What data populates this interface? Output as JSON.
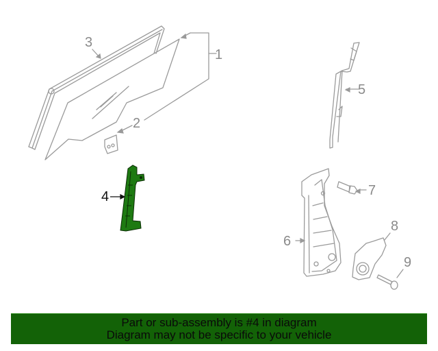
{
  "diagram": {
    "callouts": [
      {
        "number": "1",
        "label": "1"
      },
      {
        "number": "2",
        "label": "2"
      },
      {
        "number": "3",
        "label": "3"
      },
      {
        "number": "4",
        "label": "4",
        "highlighted": true
      },
      {
        "number": "5",
        "label": "5"
      },
      {
        "number": "6",
        "label": "6"
      },
      {
        "number": "7",
        "label": "7"
      },
      {
        "number": "8",
        "label": "8"
      },
      {
        "number": "9",
        "label": "9"
      }
    ],
    "line_color": "#9a9a9a",
    "highlight_color": "#1e7a12"
  },
  "banner": {
    "line1": "Part or sub-assembly is #4 in diagram",
    "line2": "Diagram may not be specific to your vehicle",
    "background": "#136207"
  }
}
